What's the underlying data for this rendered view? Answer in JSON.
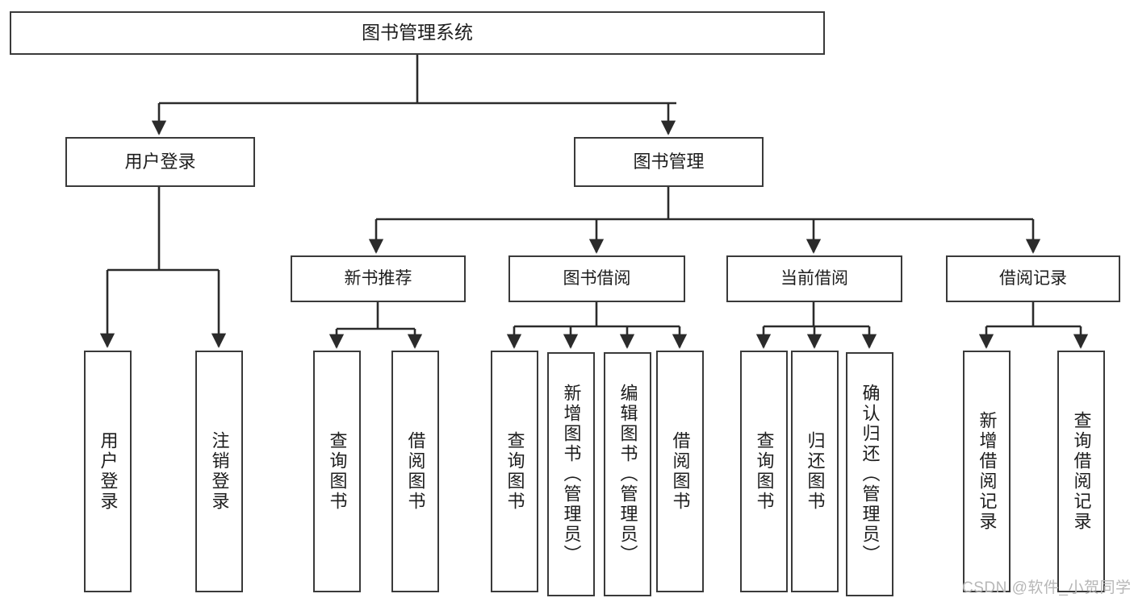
{
  "diagram": {
    "title": "图书管理系统",
    "type": "hierarchy-tree",
    "nodes": {
      "root": {
        "label": "图书管理系统"
      },
      "level2": [
        {
          "id": "user-login",
          "label": "用户登录"
        },
        {
          "id": "book-management",
          "label": "图书管理"
        }
      ],
      "level3": [
        {
          "id": "new-book-recommend",
          "label": "新书推荐"
        },
        {
          "id": "book-borrow",
          "label": "图书借阅"
        },
        {
          "id": "current-borrow",
          "label": "当前借阅"
        },
        {
          "id": "borrow-record",
          "label": "借阅记录"
        }
      ],
      "leaves": [
        {
          "id": "leaf-user-login",
          "label": "用户登录",
          "parent": "user-login"
        },
        {
          "id": "leaf-logout",
          "label": "注销登录",
          "parent": "user-login"
        },
        {
          "id": "leaf-query-book-1",
          "label": "查询图书",
          "parent": "new-book-recommend"
        },
        {
          "id": "leaf-borrow-book-1",
          "label": "借阅图书",
          "parent": "new-book-recommend"
        },
        {
          "id": "leaf-query-book-2",
          "label": "查询图书",
          "parent": "book-borrow"
        },
        {
          "id": "leaf-add-book",
          "label": "新增图书（管理员）",
          "parent": "book-borrow"
        },
        {
          "id": "leaf-edit-book",
          "label": "编辑图书（管理员）",
          "parent": "book-borrow"
        },
        {
          "id": "leaf-borrow-book-2",
          "label": "借阅图书",
          "parent": "book-borrow"
        },
        {
          "id": "leaf-query-book-3",
          "label": "查询图书",
          "parent": "current-borrow"
        },
        {
          "id": "leaf-return-book",
          "label": "归还图书",
          "parent": "current-borrow"
        },
        {
          "id": "leaf-confirm-return",
          "label": "确认归还（管理员）",
          "parent": "current-borrow"
        },
        {
          "id": "leaf-add-record",
          "label": "新增借阅记录",
          "parent": "borrow-record"
        },
        {
          "id": "leaf-query-record",
          "label": "查询借阅记录",
          "parent": "borrow-record"
        }
      ]
    },
    "watermark": "CSDN @软件_小贺同学",
    "colors": {
      "stroke": "#3a3a3a",
      "fill": "#ffffff",
      "text": "#1d1d1d",
      "watermark": "#b7b7b7"
    }
  }
}
